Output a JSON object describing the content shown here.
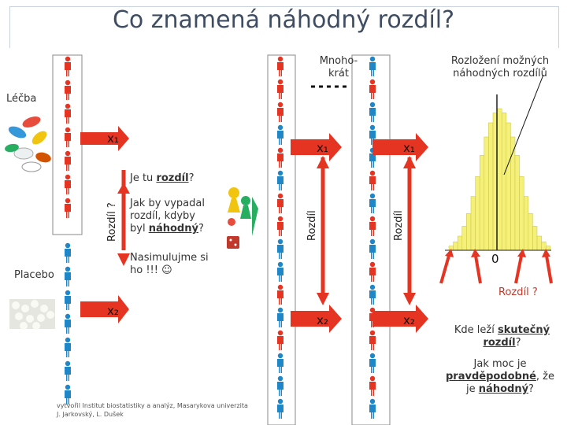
{
  "title": "Co znamená náhodný rozdíl?",
  "labels": {
    "lecba": "Léčba",
    "placebo": "Placebo",
    "mnohokrat_line1": "Mnoho-",
    "mnohokrat_line2": "krát",
    "rozlozeni_line1": "Rozložení možných",
    "rozlozeni_line2": "náhodných rozdílů",
    "x1": "x₁",
    "x2": "x₂",
    "je_tu_prefix": "Je tu ",
    "je_tu_word": "rozdíl",
    "je_tu_suffix": "?",
    "rozdil_q_vertical": "Rozdíl ?",
    "jak_line1": "Jak by vypadal",
    "jak_line2": "rozdíl, kdyby",
    "jak_line3_prefix": "byl ",
    "jak_line3_word": "náhodný",
    "jak_line3_suffix": "?",
    "nasim_line1": "Nasimulujme si",
    "nasim_line2": "ho !!! ☺",
    "rozdil_vertical": "Rozdíl",
    "zero": "0",
    "rozdil_q_red": "Rozdíl ?",
    "kde_line1_prefix": "Kde leží ",
    "kde_line1_word": "skutečný",
    "kde_line2_word": "rozdíl",
    "kde_line2_suffix": "?",
    "jak_moc_line1": "Jak moc je",
    "jak_moc_line2_word": "pravděpodobné",
    "jak_moc_line2_suffix": ", že",
    "jak_moc_line3_prefix": "je ",
    "jak_moc_line3_word": "náhodný",
    "jak_moc_line3_suffix": "?",
    "footer_line1": "vytvořil Institut biostatistiky a analýz, Masarykova univerzita",
    "footer_line2": "J. Jarkovský, L. Dušek"
  },
  "colors": {
    "red_person": "#e53422",
    "blue_person": "#1f86c8",
    "title": "#3f4d63",
    "histogram_fill": "#f4f07a",
    "arrow": "#e53422"
  },
  "histogram": {
    "bars": [
      0.03,
      0.06,
      0.1,
      0.17,
      0.26,
      0.38,
      0.52,
      0.67,
      0.8,
      0.9,
      0.97,
      1.0,
      0.97,
      0.9,
      0.8,
      0.67,
      0.52,
      0.38,
      0.26,
      0.17,
      0.1,
      0.06,
      0.03
    ]
  }
}
